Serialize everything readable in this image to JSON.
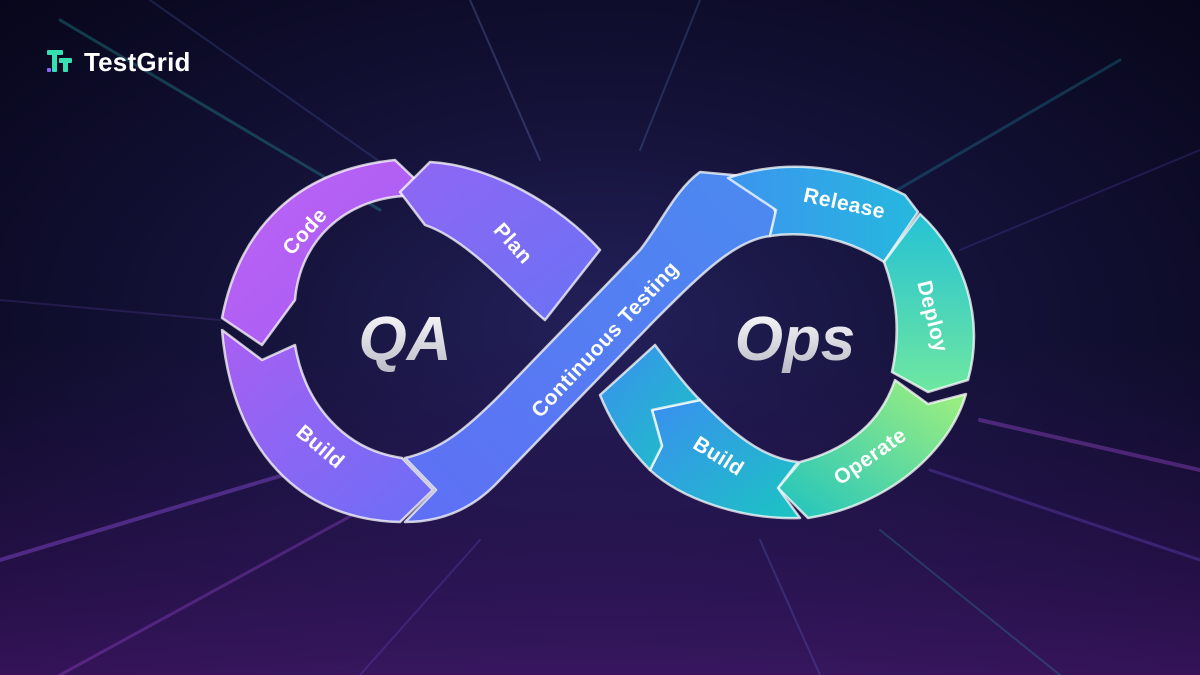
{
  "brand": {
    "name": "TestGrid",
    "logo_icon": "tg-logo-icon",
    "logo_colors": [
      "#37e0b2",
      "#8a62ff"
    ]
  },
  "hubs": {
    "left": "QA",
    "right": "Ops"
  },
  "labels": {
    "code": "Code",
    "plan": "Plan",
    "build_left": "Build",
    "continuous_testing": "Continuous Testing",
    "release": "Release",
    "deploy": "Deploy",
    "operate": "Operate",
    "build_right": "Build"
  },
  "colors": {
    "background": "#0b0a26",
    "purple": "#b65df4",
    "violet": "#7c6ef6",
    "blue": "#5a7cf3",
    "cyan": "#2fa6e8",
    "teal": "#28c8c4",
    "green": "#9ff07a",
    "hub_text": "#e9e9ef",
    "outline": "#ffffff"
  }
}
